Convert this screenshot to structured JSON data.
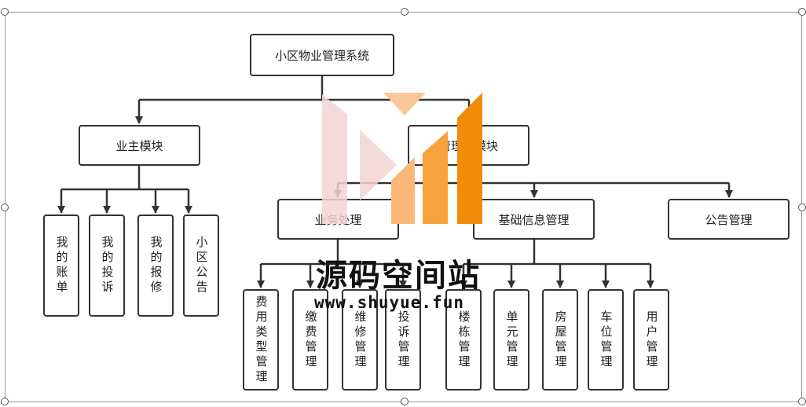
{
  "diagram": {
    "root": "小区物业管理系统",
    "owner_module": {
      "label": "业主模块",
      "children": [
        "我的账单",
        "我的投诉",
        "我的报修",
        "小区公告"
      ]
    },
    "admin_module": {
      "label": "管理员模块",
      "business": {
        "label": "业务处理",
        "children": [
          "费用类型管理",
          "缴费管理",
          "维修管理",
          "投诉管理"
        ]
      },
      "basic_info": {
        "label": "基础信息管理",
        "children": [
          "楼栋管理",
          "单元管理",
          "房屋管理",
          "车位管理",
          "用户管理"
        ]
      },
      "notice": {
        "label": "公告管理"
      }
    }
  },
  "watermark": {
    "name": "源码空间站",
    "url": "www.shuyue.fun",
    "colors": {
      "pink": "#f2d3d3",
      "light_orange": "#f9c896",
      "orange": "#f7a23c",
      "deep_orange": "#f28a0a"
    }
  }
}
